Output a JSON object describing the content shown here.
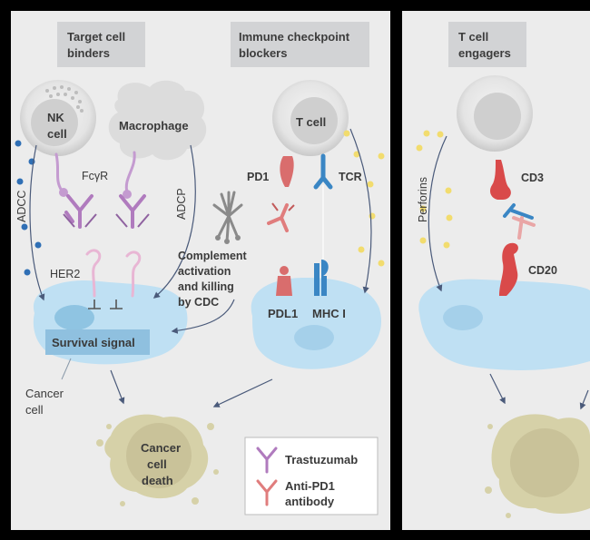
{
  "panels": {
    "target": {
      "title_line1": "Target cell",
      "title_line2": "binders"
    },
    "checkpoint": {
      "title_line1": "Immune checkpoint",
      "title_line2": "blockers"
    },
    "engagers": {
      "title_line1": "T cell",
      "title_line2": "engagers"
    }
  },
  "labels": {
    "nk_line1": "NK",
    "nk_line2": "cell",
    "macrophage": "Macrophage",
    "fcyr": "FcγR",
    "adcc": "ADCC",
    "adcp": "ADCP",
    "her2": "HER2",
    "complement_line1": "Complement",
    "complement_line2": "activation",
    "complement_line3": "and killing",
    "complement_line4": "by CDC",
    "survival_signal": "Survival signal",
    "cancer_cell_line1": "Cancer",
    "cancer_cell_line2": "cell",
    "death_line1": "Cancer",
    "death_line2": "cell",
    "death_line3": "death",
    "t_cell": "T cell",
    "pd1": "PD1",
    "tcr": "TCR",
    "pdl1": "PDL1",
    "mhc": "MHC I",
    "perforins": "Perforins",
    "cd3": "CD3",
    "cd20": "CD20"
  },
  "legend": {
    "item1": "Trastuzumab",
    "item2_line1": "Anti-PD1",
    "item2_line2": "antibody"
  },
  "colors": {
    "background": "#000000",
    "panel": "#ececec",
    "header_box": "#d2d3d5",
    "cancer_cell": "#bfe0f3",
    "nucleus": "#8fc4e2",
    "dead_cell": "#d6d1a8",
    "trastuzumab": "#b07bbe",
    "anti_pd1": "#e07d7d",
    "pd1": "#d96d6d",
    "tcr": "#3a86c4",
    "nk_dots": "#2f6fb5",
    "perforin_dots": "#f2dc6e"
  }
}
